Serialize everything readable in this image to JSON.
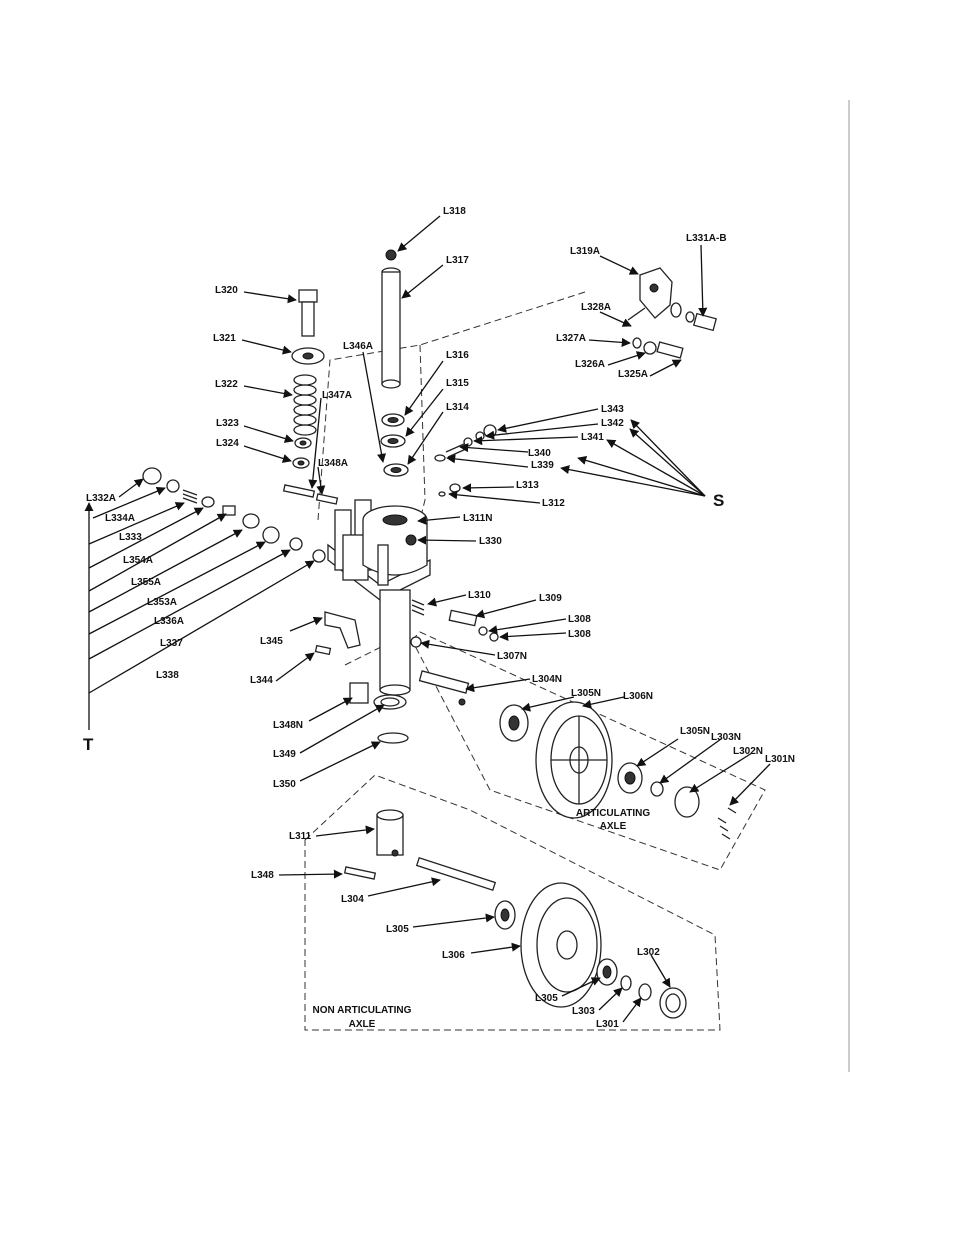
{
  "diagram": {
    "group_labels": {
      "s": "S",
      "t": "T"
    },
    "section_labels": {
      "articulating": [
        "ARTICULATING",
        "AXLE"
      ],
      "non_articulating": [
        "NON ARTICULATING",
        "AXLE"
      ]
    },
    "part_labels": [
      "L318",
      "L317",
      "L319A",
      "L331A-B",
      "L320",
      "L328A",
      "L327A",
      "L326A",
      "L325A",
      "L321",
      "L346A",
      "L316",
      "L322",
      "L347A",
      "L315",
      "L314",
      "L343",
      "L342",
      "L341",
      "L323",
      "L324",
      "L340",
      "L339",
      "L348A",
      "L313",
      "L312",
      "L332A",
      "L334A",
      "L333",
      "L354A",
      "L355A",
      "L353A",
      "L336A",
      "L337",
      "L338",
      "L311N",
      "L330",
      "L310",
      "L309",
      "L308",
      "L308",
      "L345",
      "L307N",
      "L344",
      "L304N",
      "L305N",
      "L306N",
      "L348N",
      "L349",
      "L350",
      "L305N",
      "L303N",
      "L302N",
      "L301N",
      "L311",
      "L348",
      "L304",
      "L305",
      "L306",
      "L302",
      "L305",
      "L303",
      "L301"
    ]
  }
}
